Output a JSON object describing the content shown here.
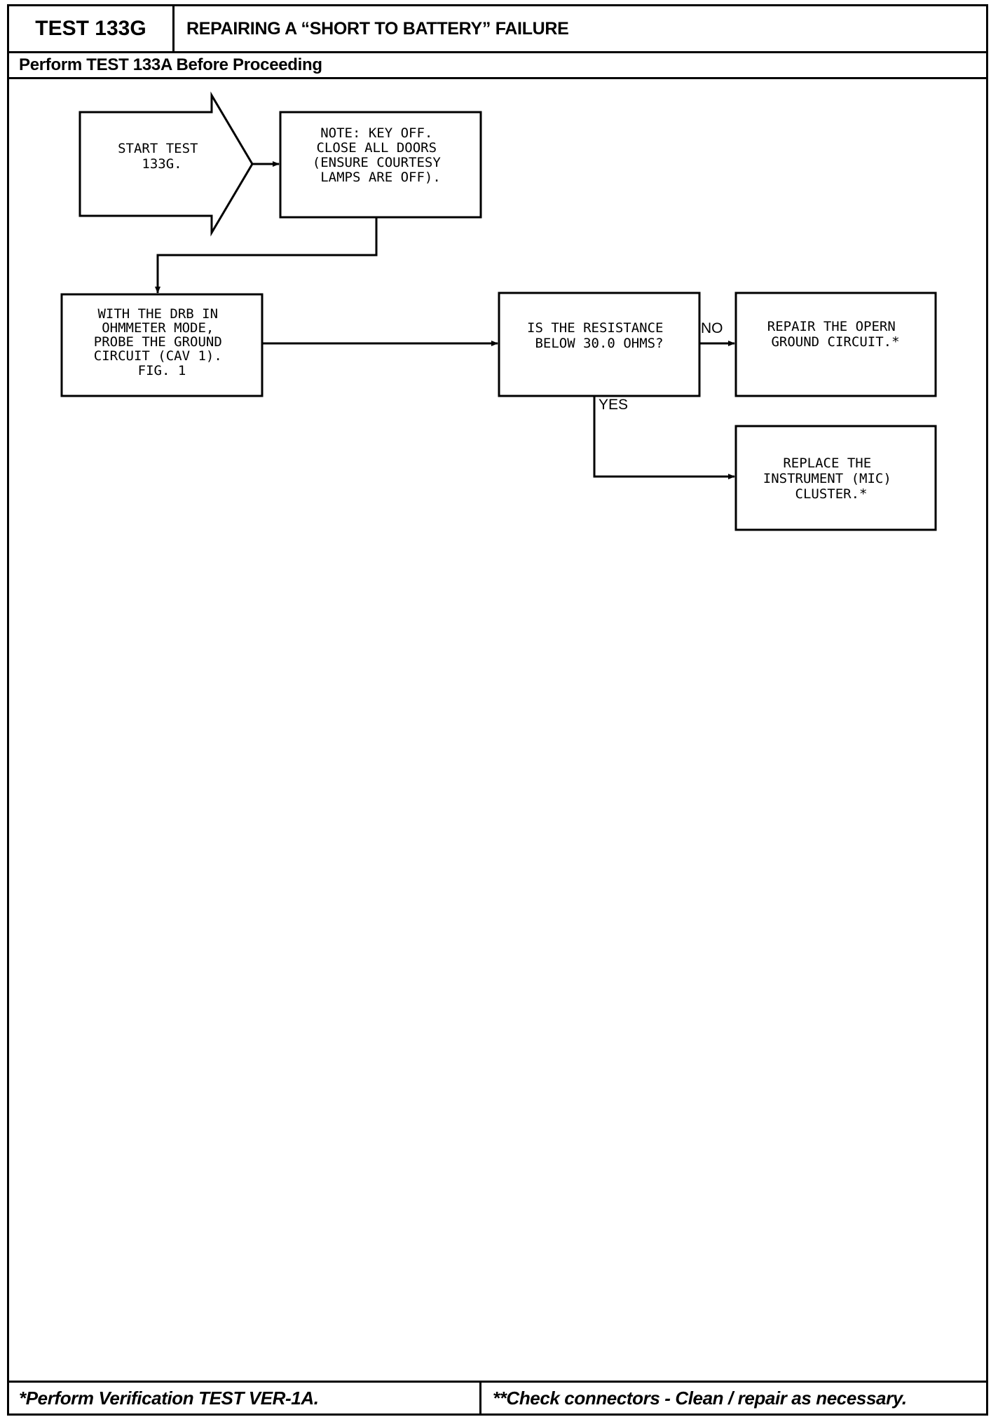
{
  "header": {
    "test_id": "TEST 133G",
    "title": "REPAIRING A “SHORT TO BATTERY” FAILURE",
    "prerequisite": "Perform TEST 133A Before Proceeding"
  },
  "flowchart": {
    "start": [
      "START TEST",
      "133G."
    ],
    "note": [
      "NOTE: KEY OFF.",
      "CLOSE ALL DOORS",
      "(ENSURE COURTESY",
      "LAMPS ARE OFF)."
    ],
    "probe": [
      "WITH THE DRB IN",
      "OHMMETER MODE,",
      "PROBE THE GROUND",
      "CIRCUIT (CAV 1).",
      "FIG. 1"
    ],
    "decision": [
      "IS THE RESISTANCE",
      "BELOW 30.0 OHMS?"
    ],
    "repair": [
      "REPAIR THE OPERN",
      "GROUND CIRCUIT.*"
    ],
    "replace": [
      "REPLACE THE",
      "INSTRUMENT (MIC)",
      "CLUSTER.*"
    ],
    "label_no": "NO",
    "label_yes": "YES"
  },
  "footer": {
    "left_note": "*Perform Verification TEST VER-1A.",
    "right_note": "**Check connectors - Clean / repair as necessary."
  }
}
